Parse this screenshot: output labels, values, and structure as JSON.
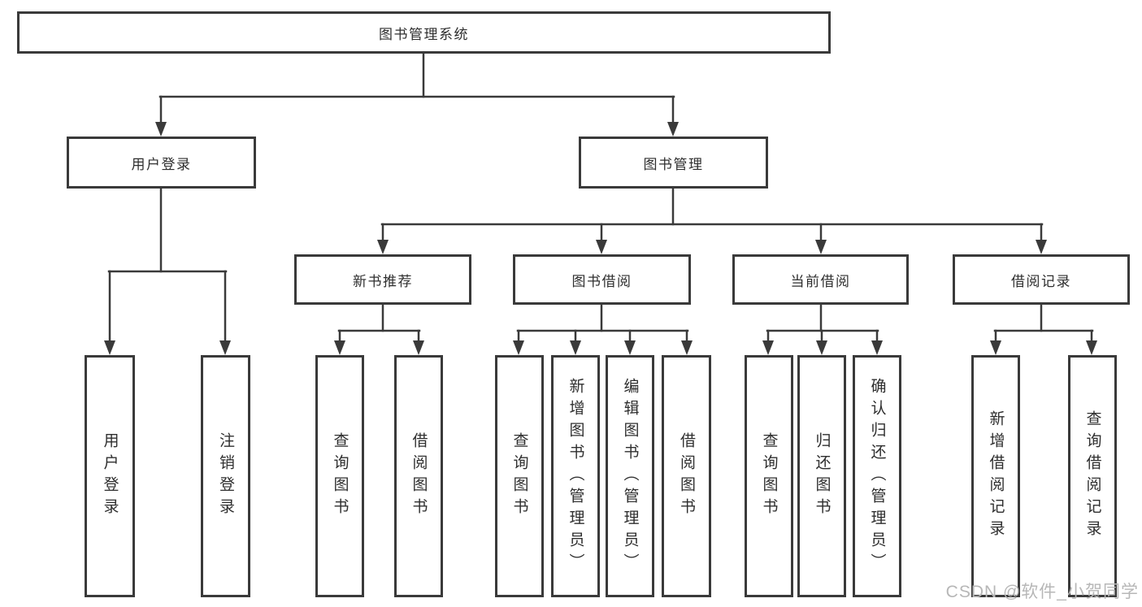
{
  "tree": {
    "root": "图书管理系统",
    "branches": [
      {
        "label": "用户登录",
        "leaves": [
          "用户登录",
          "注销登录"
        ]
      },
      {
        "label": "图书管理",
        "groups": [
          {
            "label": "新书推荐",
            "leaves": [
              "查询图书",
              "借阅图书"
            ]
          },
          {
            "label": "图书借阅",
            "leaves": [
              "查询图书",
              "新增图书（管理员）",
              "编辑图书（管理员）",
              "借阅图书"
            ]
          },
          {
            "label": "当前借阅",
            "leaves": [
              "查询图书",
              "归还图书",
              "确认归还（管理员）"
            ]
          },
          {
            "label": "借阅记录",
            "leaves": [
              "新增借阅记录",
              "查询借阅记录"
            ]
          }
        ]
      }
    ]
  },
  "watermark": "CSDN @软件_小贺同学",
  "colors": {
    "line": "#3a3a3a",
    "box_border": "#3a3a3a",
    "text": "#2e2e2e",
    "watermark": "#b7b7b7",
    "background": "#ffffff"
  }
}
